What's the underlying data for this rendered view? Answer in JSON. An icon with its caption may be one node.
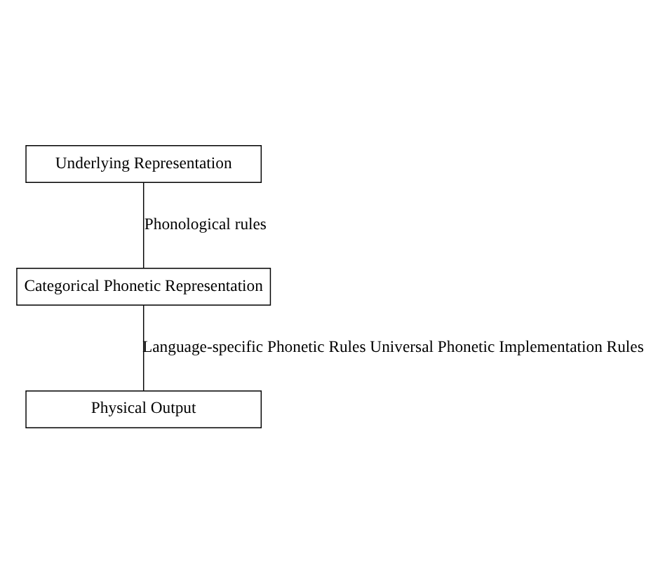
{
  "diagram": {
    "nodes": [
      {
        "text": [
          "Underlying Representation"
        ]
      },
      {
        "text": [
          "Categorical Phonetic Representation"
        ]
      },
      {
        "text": [
          "Physical Output"
        ]
      }
    ],
    "edges": [
      {
        "from": 0,
        "to": 1,
        "arrow": "none",
        "label": "Phonological rules"
      },
      {
        "from": 1,
        "to": 2,
        "arrow": "none",
        "label": "Language-specific Phonetic Rules Universal Phonetic Implementation Rules"
      }
    ]
  }
}
